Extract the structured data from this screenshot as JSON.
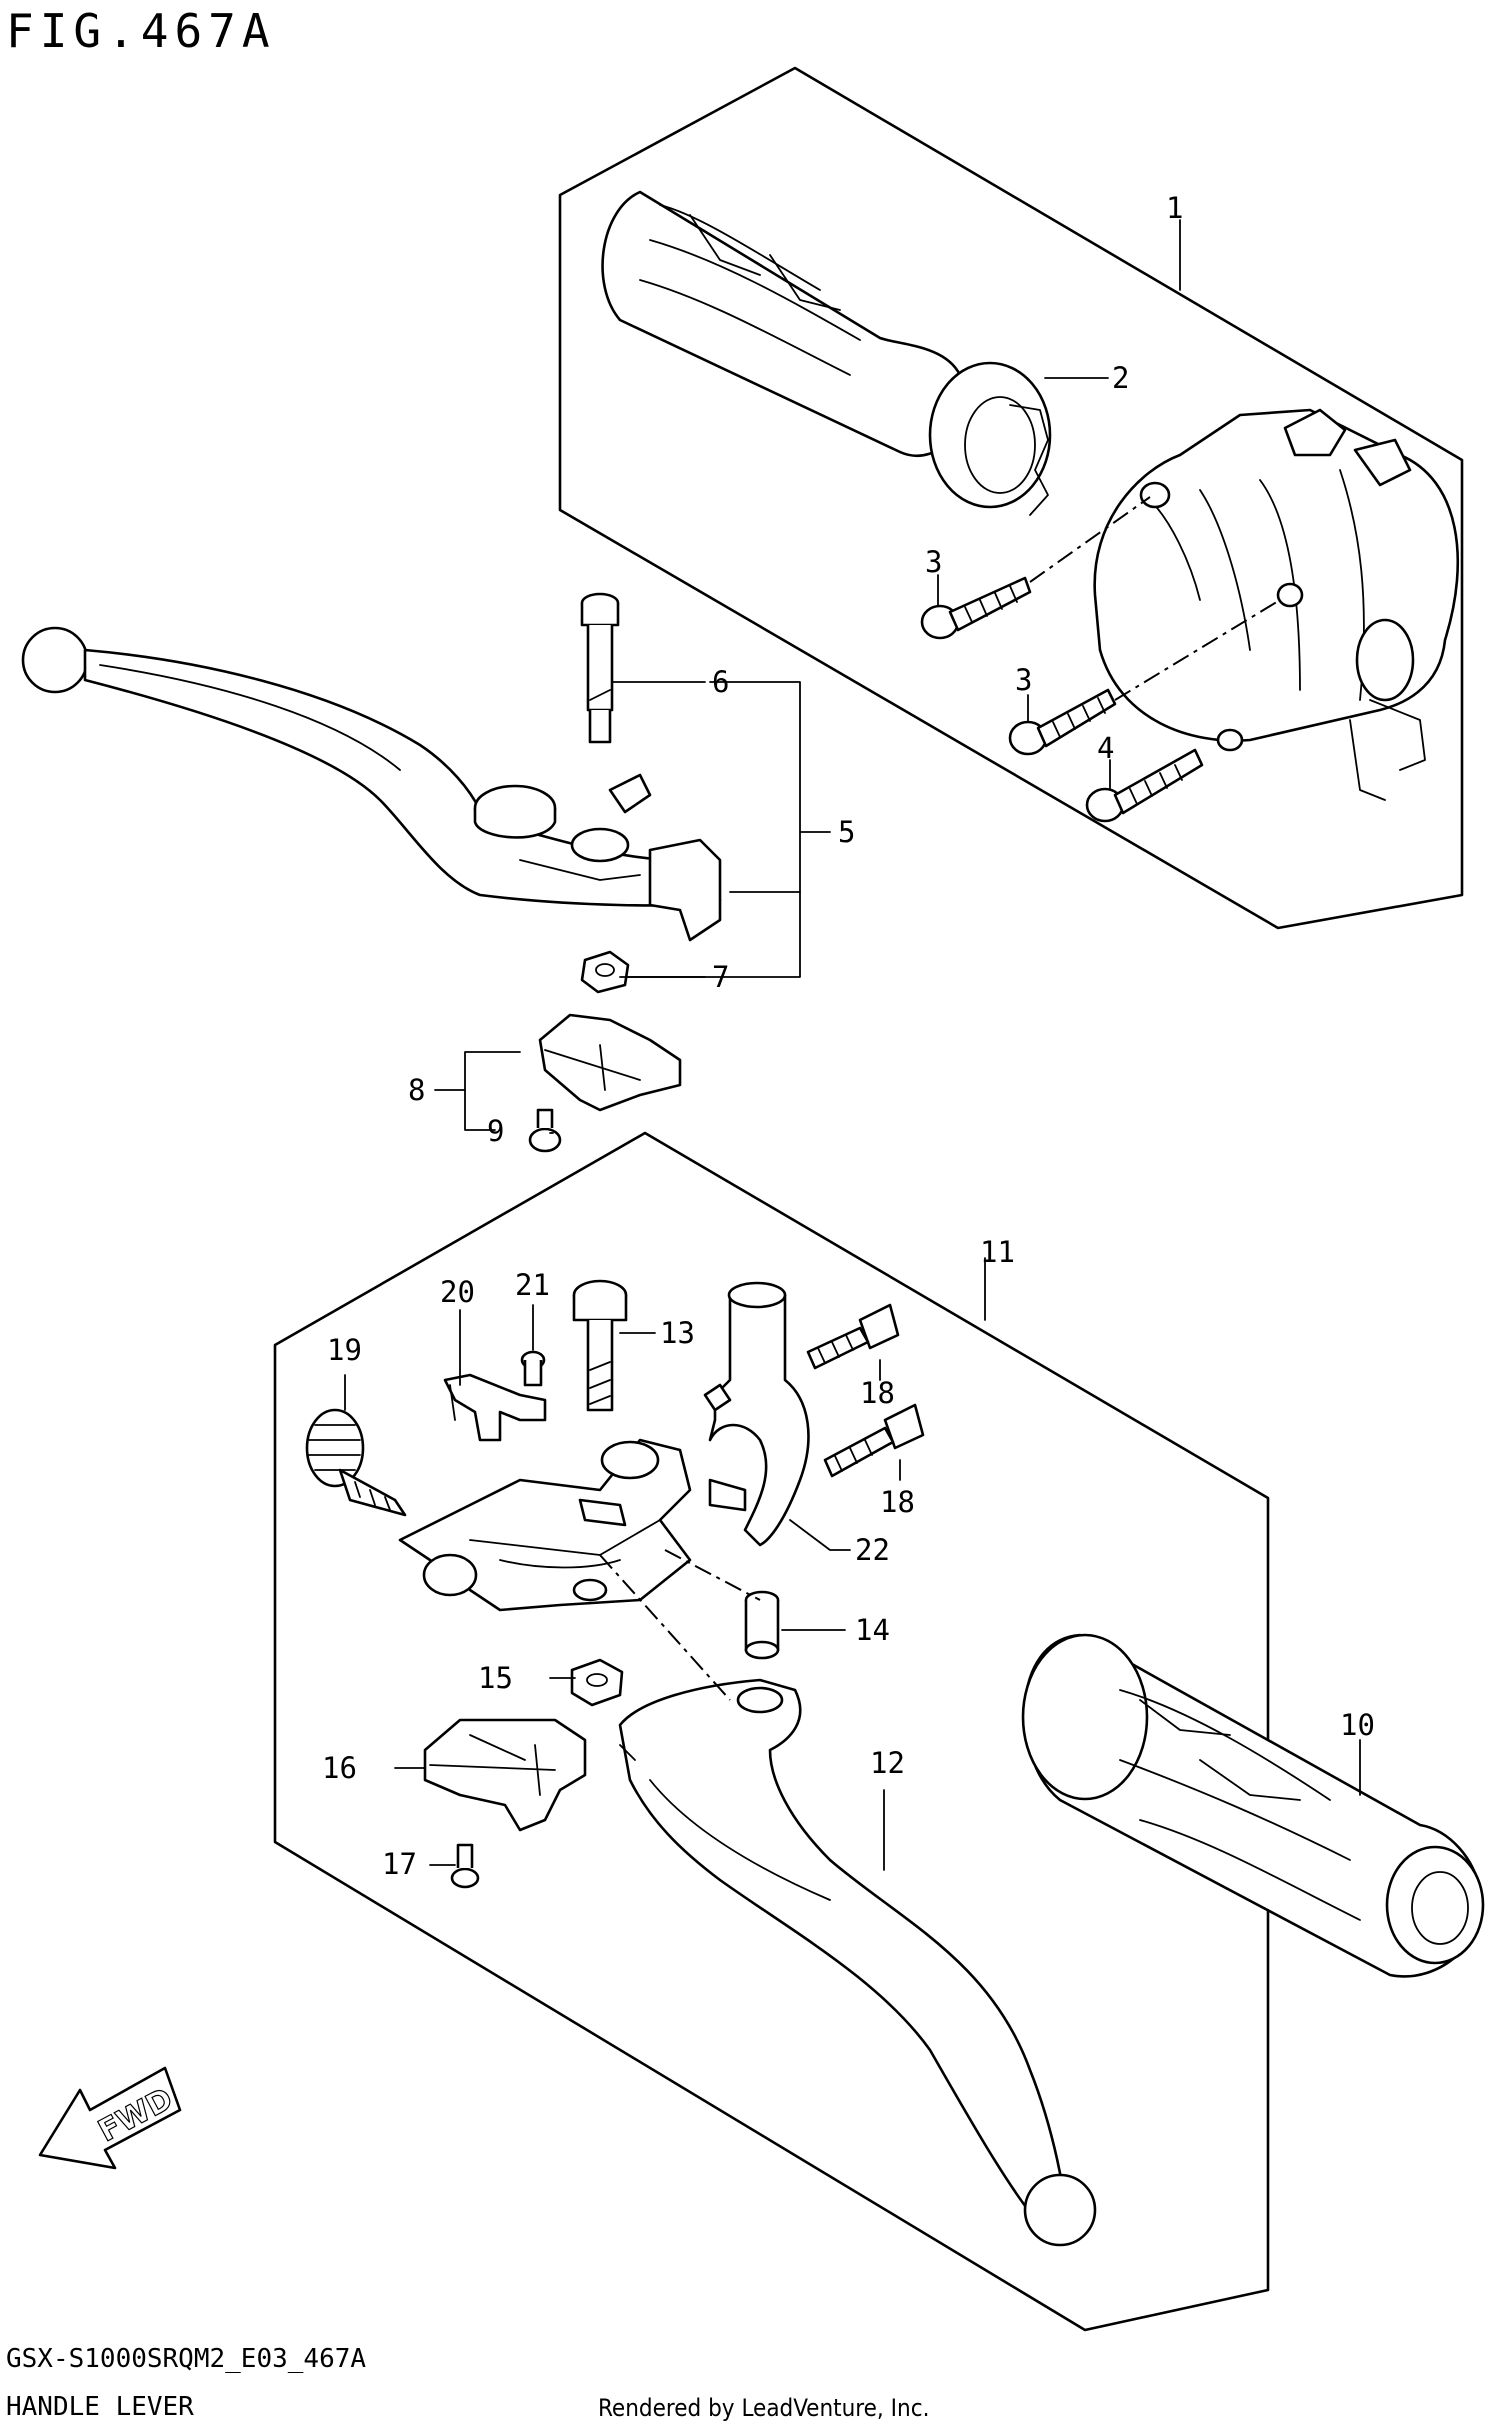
{
  "figure": {
    "title": "FIG.467A",
    "model_code": "GSX-S1000SRQM2_E03_467A",
    "section_name": "HANDLE LEVER",
    "credit": "Rendered by LeadVenture, Inc.",
    "direction_badge": "FWD"
  },
  "callouts": [
    "1",
    "2",
    "3",
    "3",
    "4",
    "5",
    "6",
    "7",
    "8",
    "9",
    "10",
    "11",
    "12",
    "13",
    "14",
    "15",
    "16",
    "17",
    "18",
    "18",
    "19",
    "20",
    "21",
    "22"
  ]
}
